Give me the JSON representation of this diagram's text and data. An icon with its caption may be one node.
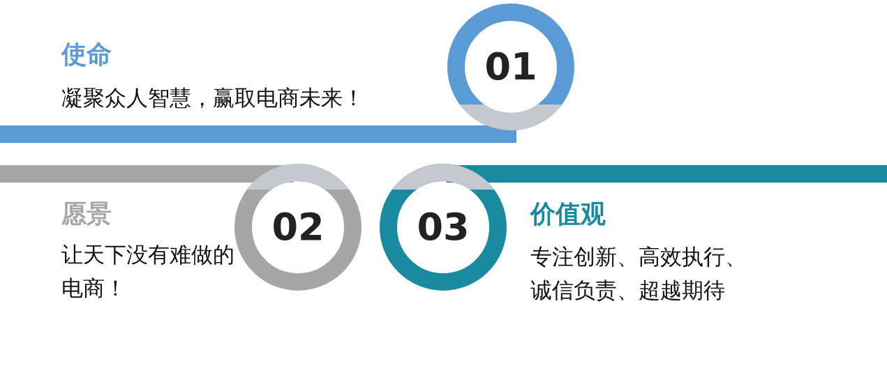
{
  "diagram": {
    "nodes": [
      {
        "text": [
          "01"
        ],
        "beside": [
          "使命",
          "凝聚众人智慧，赢取电商未来！"
        ]
      },
      {
        "text": [
          "02"
        ],
        "beside": [
          "愿景",
          "让天下没有难做的电商！"
        ]
      },
      {
        "text": [
          "03"
        ],
        "beside": [
          "价值观",
          "专注创新、高效执行、诚信负责、超越期待"
        ]
      }
    ],
    "edges": []
  }
}
